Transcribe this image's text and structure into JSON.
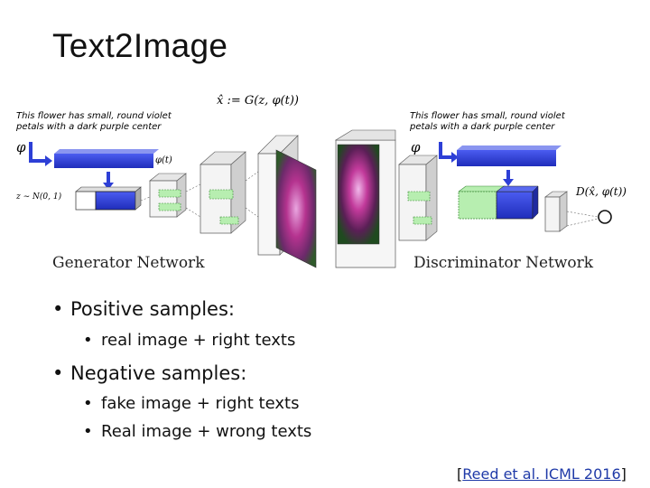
{
  "slide": {
    "title": "Text2Image"
  },
  "figure": {
    "caption_text": "This flower has small, round violet",
    "caption_text_2": "petals with a dark purple center",
    "phi": "φ",
    "phi_t": "φ(t)",
    "z_dist": "z ∼ N(0, 1)",
    "gen_formula": "x̂ := G(z, φ(t))",
    "disc_formula": "D(x̂, φ(t))",
    "generator_label": "Generator Network",
    "discriminator_label": "Discriminator Network"
  },
  "bullets": {
    "positive": "Positive samples:",
    "positive_items": [
      "real image + right texts"
    ],
    "negative": "Negative samples:",
    "negative_items": [
      "fake image + right texts",
      "Real image + wrong texts"
    ]
  },
  "citation": {
    "open": "[",
    "link": "Reed et al. ICML 2016",
    "close": "]"
  },
  "colors": {
    "text_embedding": "#2d3fd6",
    "layer_green": "#b7eeb0",
    "flower": "#b5338f",
    "link": "#1f3aa8"
  }
}
